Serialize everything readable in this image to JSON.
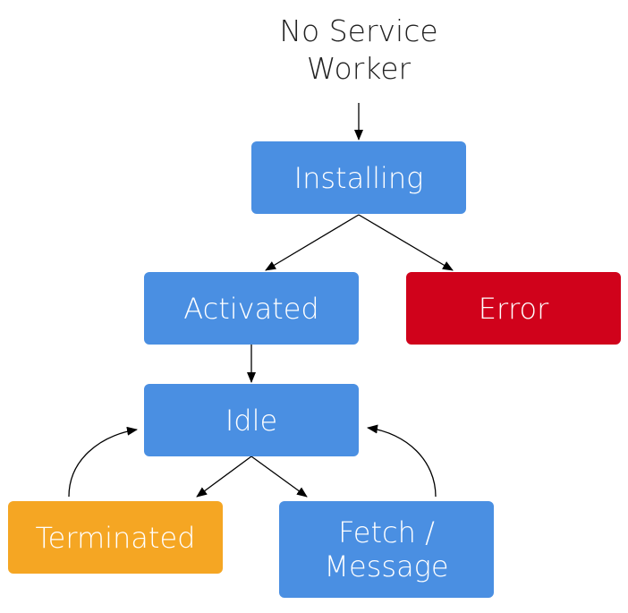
{
  "diagram": {
    "start_label": "No Service\nWorker",
    "colors": {
      "state": "#4a8fe2",
      "error": "#d0021b",
      "terminated": "#f5a623",
      "text": "#ffffff",
      "arrow": "#000000"
    },
    "nodes": {
      "installing": "Installing",
      "activated": "Activated",
      "error": "Error",
      "idle": "Idle",
      "terminated": "Terminated",
      "fetch_message": "Fetch /\nMessage"
    },
    "edges": [
      {
        "from": "no-service-worker",
        "to": "installing"
      },
      {
        "from": "installing",
        "to": "activated"
      },
      {
        "from": "installing",
        "to": "error"
      },
      {
        "from": "activated",
        "to": "idle"
      },
      {
        "from": "idle",
        "to": "terminated"
      },
      {
        "from": "idle",
        "to": "fetch_message"
      },
      {
        "from": "terminated",
        "to": "idle"
      },
      {
        "from": "fetch_message",
        "to": "idle"
      }
    ]
  }
}
